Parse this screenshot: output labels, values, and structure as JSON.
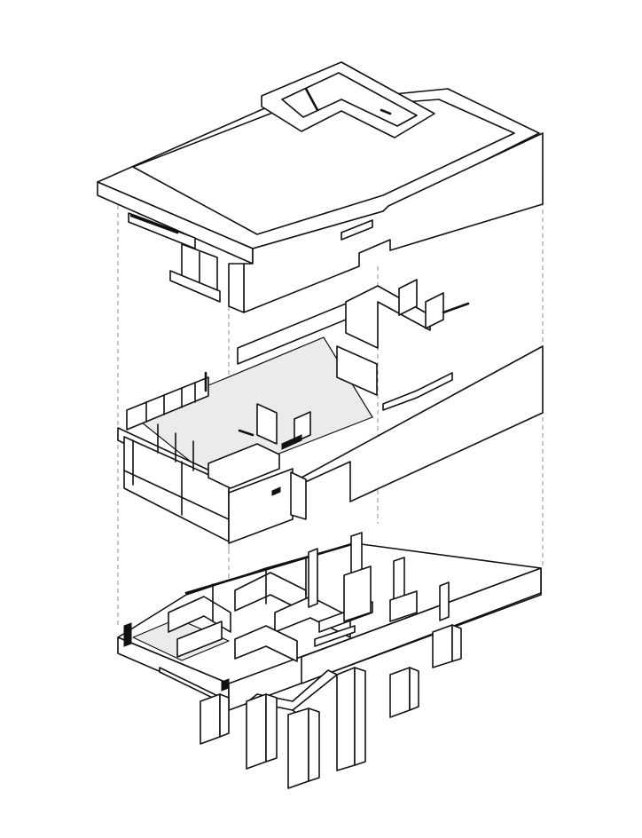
{
  "diagram": {
    "view": "exploded-axonometric",
    "levels": [
      "roof",
      "upper-floor",
      "lower-floor"
    ],
    "colors": {
      "line": "#111111",
      "floor_fill": "#ebebeb",
      "guide": "#9a9a9a",
      "background": "#ffffff"
    }
  }
}
